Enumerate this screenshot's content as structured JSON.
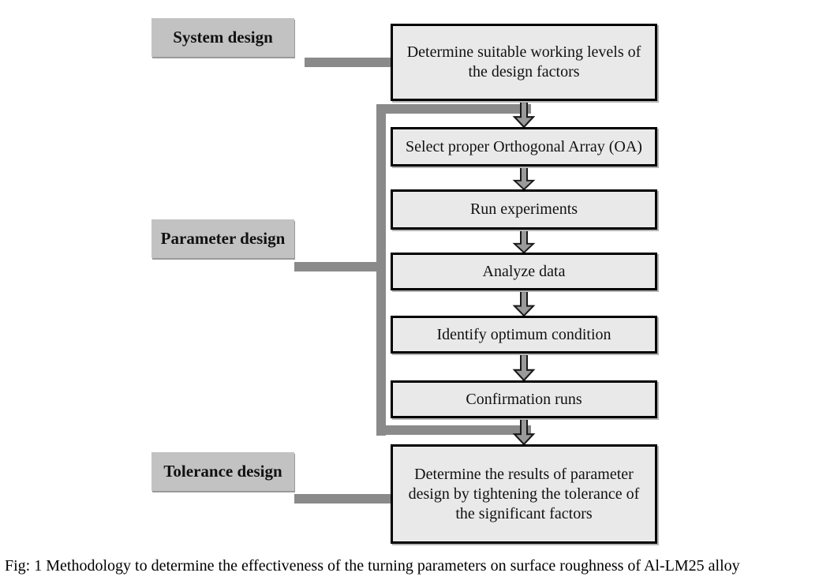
{
  "figure": {
    "caption": "Fig: 1 Methodology to determine the effectiveness of the turning parameters on surface roughness of Al-LM25 alloy"
  },
  "phases": [
    {
      "label": "System design"
    },
    {
      "label": "Parameter design"
    },
    {
      "label": "Tolerance design"
    }
  ],
  "flow": {
    "steps": [
      {
        "text": "Determine suitable working levels of the design factors"
      },
      {
        "text": "Select proper Orthogonal Array (OA)"
      },
      {
        "text": "Run experiments"
      },
      {
        "text": "Analyze data"
      },
      {
        "text": "Identify optimum condition"
      },
      {
        "text": "Confirmation runs"
      },
      {
        "text": "Determine the results of parameter design by tightening the tolerance of the significant factors"
      }
    ]
  },
  "icons": [
    {
      "name": "down-arrow-icon",
      "meaning": "flow to next step"
    }
  ],
  "colors": {
    "label_bg": "#c2c2c2",
    "box_bg": "#e9e9e9",
    "box_border": "#000000",
    "connector": "#8a8a8a",
    "arrow_fill": "#9a9a9a"
  }
}
